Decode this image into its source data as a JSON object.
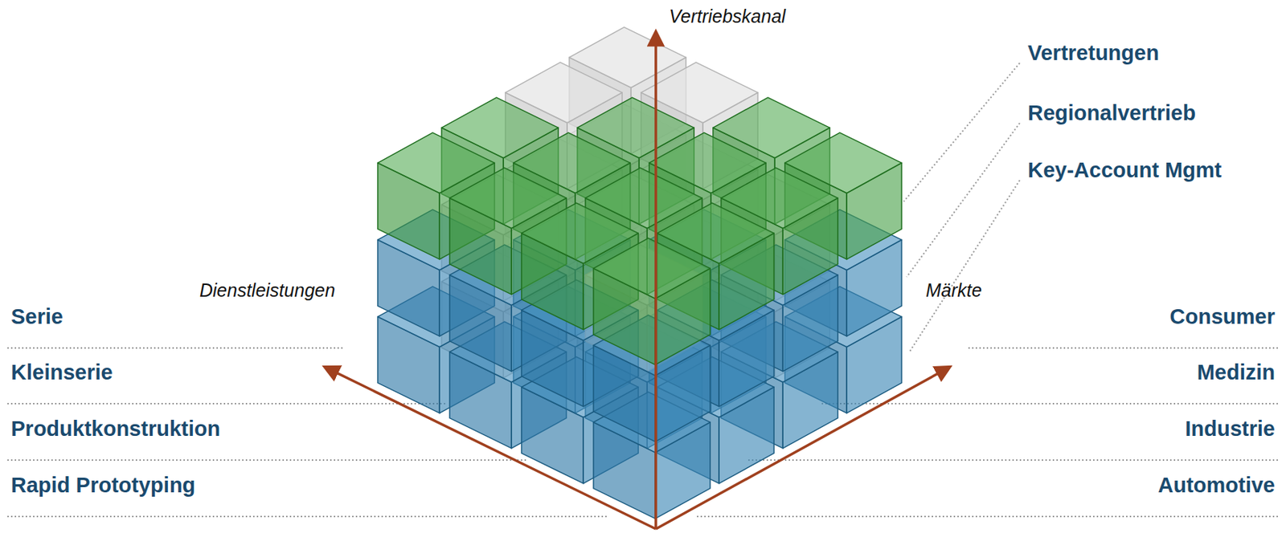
{
  "diagram": {
    "labels": [
      "Vertriebskanal",
      "Vertretungen",
      "Regionalvertrieb",
      "Key-Account Mgmt",
      "Dienstleistungen",
      "Märkte",
      "Serie",
      "Consumer",
      "Kleinserie",
      "Medizin",
      "Produktkonstruktion",
      "Industrie",
      "Rapid Prototyping",
      "Automotive"
    ]
  }
}
